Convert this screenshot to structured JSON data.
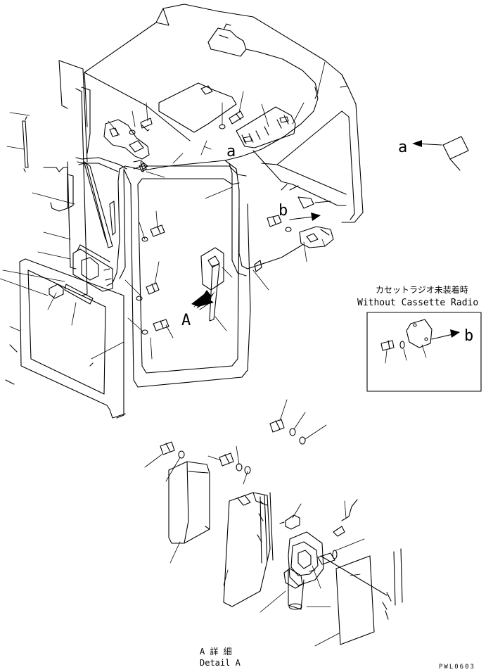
{
  "labels": {
    "ref_a_main": "a",
    "ref_a_arrow": "a",
    "ref_b_main": "b",
    "ref_b_box": "b",
    "view_a": "A"
  },
  "inset": {
    "title_jp": "カセットラジオ未装着時",
    "title_en": "Without Cassette Radio"
  },
  "detail": {
    "title_jp": "A 詳 細",
    "title_en": "Detail A"
  },
  "drawing_code": "PWL0603"
}
